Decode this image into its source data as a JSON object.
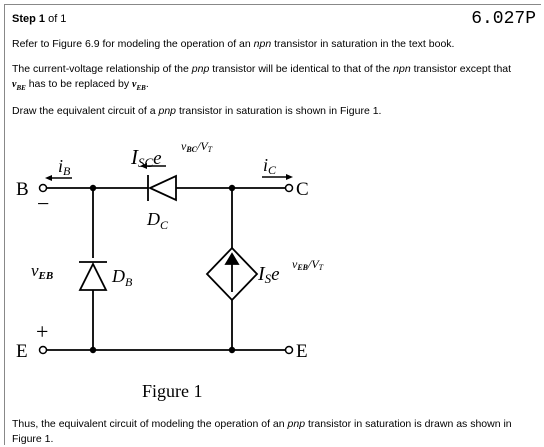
{
  "header": {
    "step_bold": "Step 1",
    "step_rest": " of 1",
    "problem_code": "6.027P"
  },
  "body": {
    "p1": "Refer to Figure 6.9 for modeling the operation of an npn transistor in saturation in the text book.",
    "p2": "The current-voltage relationship of the pnp transistor will be identical to that of the npn transistor except that",
    "p2_line2": "has to be replaced by",
    "p3": "Draw the equivalent circuit of a pnp transistor in saturation is shown in Figure 1.",
    "p4": "Thus, the equivalent circuit of modeling the operation of an pnp transistor in saturation is drawn as shown in Figure 1."
  },
  "symbols": {
    "vbe_main": "v",
    "vbe_sub": "BE",
    "veb_main": "v",
    "veb_sub": "EB"
  },
  "figure": {
    "caption": "Figure 1",
    "top_current_I": "I",
    "top_current_sub": "SC",
    "top_current_e": "e",
    "top_current_exp": "v",
    "top_current_exp_sub": "BC",
    "top_current_exp_tail": "/V",
    "top_current_exp_T": "T",
    "iB": "i",
    "iB_sub": "B",
    "iC": "i",
    "iC_sub": "C",
    "terminal_B": "B",
    "terminal_C": "C",
    "terminal_E_left": "E",
    "terminal_E_right": "E",
    "minus": "−",
    "plus": "+",
    "DC": "D",
    "DC_sub": "C",
    "DB": "D",
    "DB_sub": "B",
    "vEB": "v",
    "vEB_sub": "EB",
    "src_I": "I",
    "src_sub": "S",
    "src_e": "e",
    "src_exp": "v",
    "src_exp_sub": "EB",
    "src_exp_tail": "/V",
    "src_exp_T": "T"
  }
}
